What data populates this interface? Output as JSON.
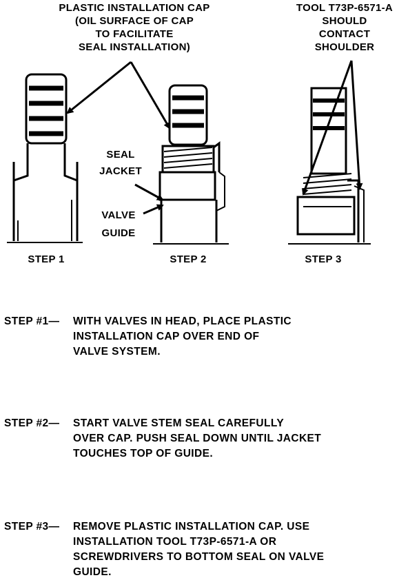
{
  "callouts": {
    "cap_label": [
      "PLASTIC INSTALLATION CAP",
      "(OIL SURFACE OF CAP",
      "TO FACILITATE",
      "SEAL INSTALLATION)"
    ],
    "tool_label": [
      "TOOL T73P-6571-A",
      "SHOULD",
      "CONTACT",
      "SHOULDER"
    ],
    "seal_jacket": [
      "SEAL",
      "JACKET"
    ],
    "valve_guide": [
      "VALVE",
      "GUIDE"
    ]
  },
  "figure_captions": [
    "STEP 1",
    "STEP 2",
    "STEP 3"
  ],
  "steps": [
    {
      "number": "STEP #1—",
      "lines": [
        "WITH VALVES IN HEAD, PLACE PLASTIC",
        "INSTALLATION CAP OVER END OF",
        "VALVE SYSTEM."
      ]
    },
    {
      "number": "STEP #2—",
      "lines": [
        "START VALVE STEM SEAL CAREFULLY",
        "OVER CAP. PUSH SEAL DOWN UNTIL JACKET",
        "TOUCHES TOP OF GUIDE."
      ]
    },
    {
      "number": "STEP #3—",
      "lines": [
        "REMOVE PLASTIC INSTALLATION CAP. USE",
        "INSTALLATION TOOL T73P-6571-A OR",
        "SCREWDRIVERS TO BOTTOM SEAL ON VALVE",
        "GUIDE."
      ]
    }
  ]
}
